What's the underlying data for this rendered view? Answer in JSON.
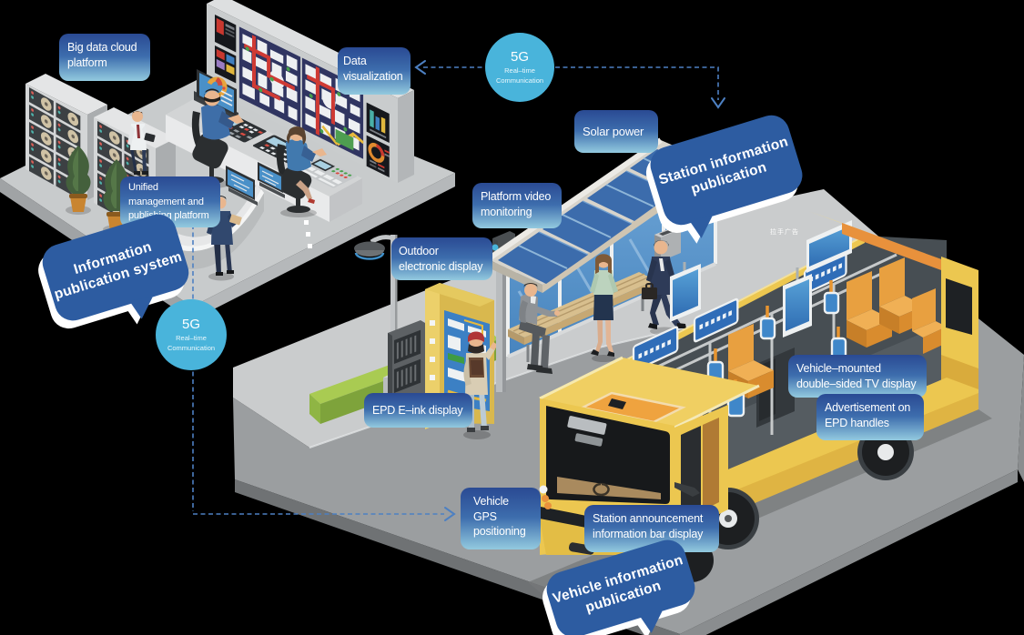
{
  "labels": {
    "big_data": "Big data cloud platform",
    "data_viz": "Data visualization",
    "unified": "Unified management and publishing platform",
    "solar": "Solar power",
    "platform_video": "Platform video monitoring",
    "outdoor_display": "Outdoor electronic display",
    "epd_ink": "EPD E–ink display",
    "vehicle_tv": "Vehicle–mounted double–sided TV display",
    "ad_handles": "Advertisement on EPD handles",
    "vehicle_gps": "Vehicle GPS positioning",
    "station_announcement": "Station announcement information bar display"
  },
  "ribbons": {
    "info_system": "Information publication system",
    "station_info": "Station information publication",
    "vehicle_info": "Vehicle information publication"
  },
  "badge_5g": {
    "title": "5G",
    "line1": "Real–time",
    "line2": "Communication"
  },
  "annotations": {
    "handle_ad": "拉手广告"
  },
  "colors": {
    "background": "#000000",
    "bubble_top": "#2a4a93",
    "bubble_bottom": "#93cadf",
    "ribbon_blue": "#2d5ca1",
    "badge_blue": "#49b4db",
    "dashed_line": "#4d80c2",
    "bus_yellow": "#ecc750",
    "seat_orange": "#e9a03e",
    "display_blue": "#3f87c9"
  }
}
